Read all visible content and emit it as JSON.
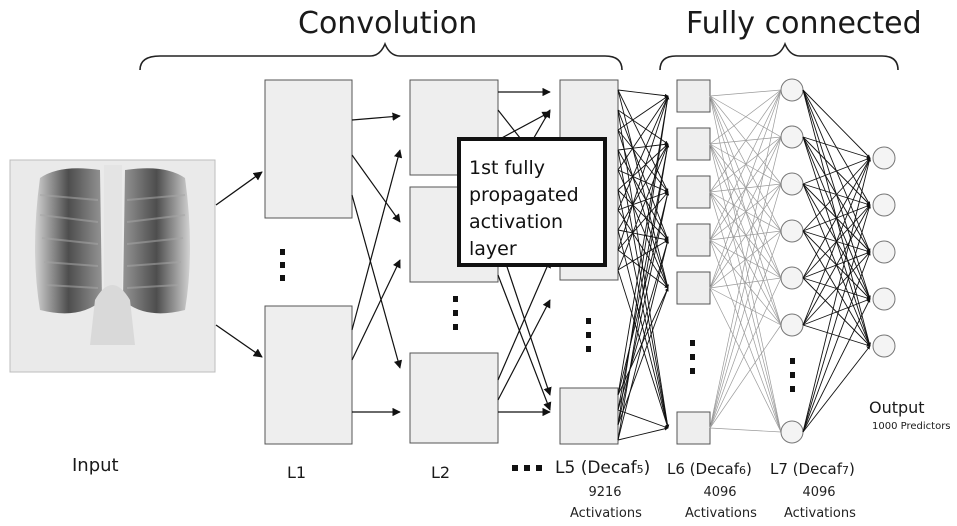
{
  "header": {
    "convolution_title": "Convolution",
    "fully_connected_title": "Fully connected"
  },
  "labels": {
    "input": "Input",
    "l1": "L1",
    "l2": "L2",
    "l5_prefix": "L5 (Decaf",
    "l5_sub": "5",
    "l6_prefix": "L6 (Decaf",
    "l6_sub": "6",
    "l7_prefix": "L7 (Decaf",
    "l7_sub": "7",
    "close_paren": ")",
    "output": "Output",
    "output_sub": "1000 Predictors"
  },
  "activations": {
    "l5_count": "9216",
    "l6_count": "4096",
    "l7_count": "4096",
    "word": "Activations"
  },
  "callout": {
    "line1": "1st fully",
    "line2": "propagated",
    "line3": "activation",
    "line4": "layer"
  },
  "input_image": {
    "description_icon": "chest-xray-image"
  },
  "colors": {
    "box_fill": "#eeeeee",
    "box_stroke": "#555555",
    "line": "#111111",
    "bracket": "#222222"
  }
}
